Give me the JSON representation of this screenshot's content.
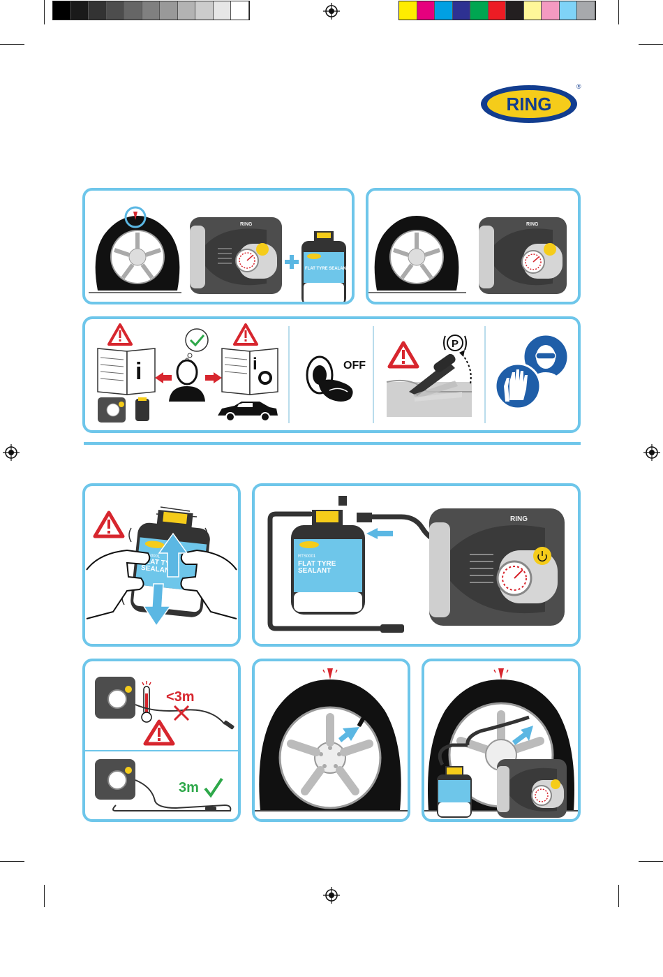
{
  "brand": {
    "logo_text": "RING",
    "registered_mark": "®",
    "ring_color": "#123d8f",
    "logo_fill": "#f5cc1a"
  },
  "colors": {
    "panel_border": "#6ec6ea",
    "warning_red": "#d7262e",
    "safety_blue": "#1f5ea8",
    "ok_green": "#2ea84a",
    "arrow_blue": "#5bb7e3",
    "label_blue": "#6ec6ea"
  },
  "print_marks": {
    "gray_swatches": [
      "#000000",
      "#1a1a1a",
      "#333333",
      "#4d4d4d",
      "#666666",
      "#808080",
      "#999999",
      "#b3b3b3",
      "#cccccc",
      "#e6e6e6",
      "#ffffff"
    ],
    "cmyk_swatches": [
      "#ffec00",
      "#e6007e",
      "#00a0e3",
      "#2e3192",
      "#00a651",
      "#ed1c24",
      "#231f20",
      "#fff799",
      "#f49ac1",
      "#7fd3f7",
      "#a7a9ac"
    ]
  },
  "kit_components": {
    "sealant_bottle_label": "FLAT TYRE SEALANT",
    "compressor_button_icon": "power-icon"
  },
  "preparation": {
    "ignition_label": "OFF",
    "parking_brake_symbol": "P"
  },
  "usage": {
    "bottle_brand": "RING",
    "bottle_product_code": "RTS0001",
    "bottle_title": "FLAT TYRE",
    "bottle_subtitle": "SEALANT",
    "distance_warning": "<3m",
    "distance_ok": "3m"
  }
}
